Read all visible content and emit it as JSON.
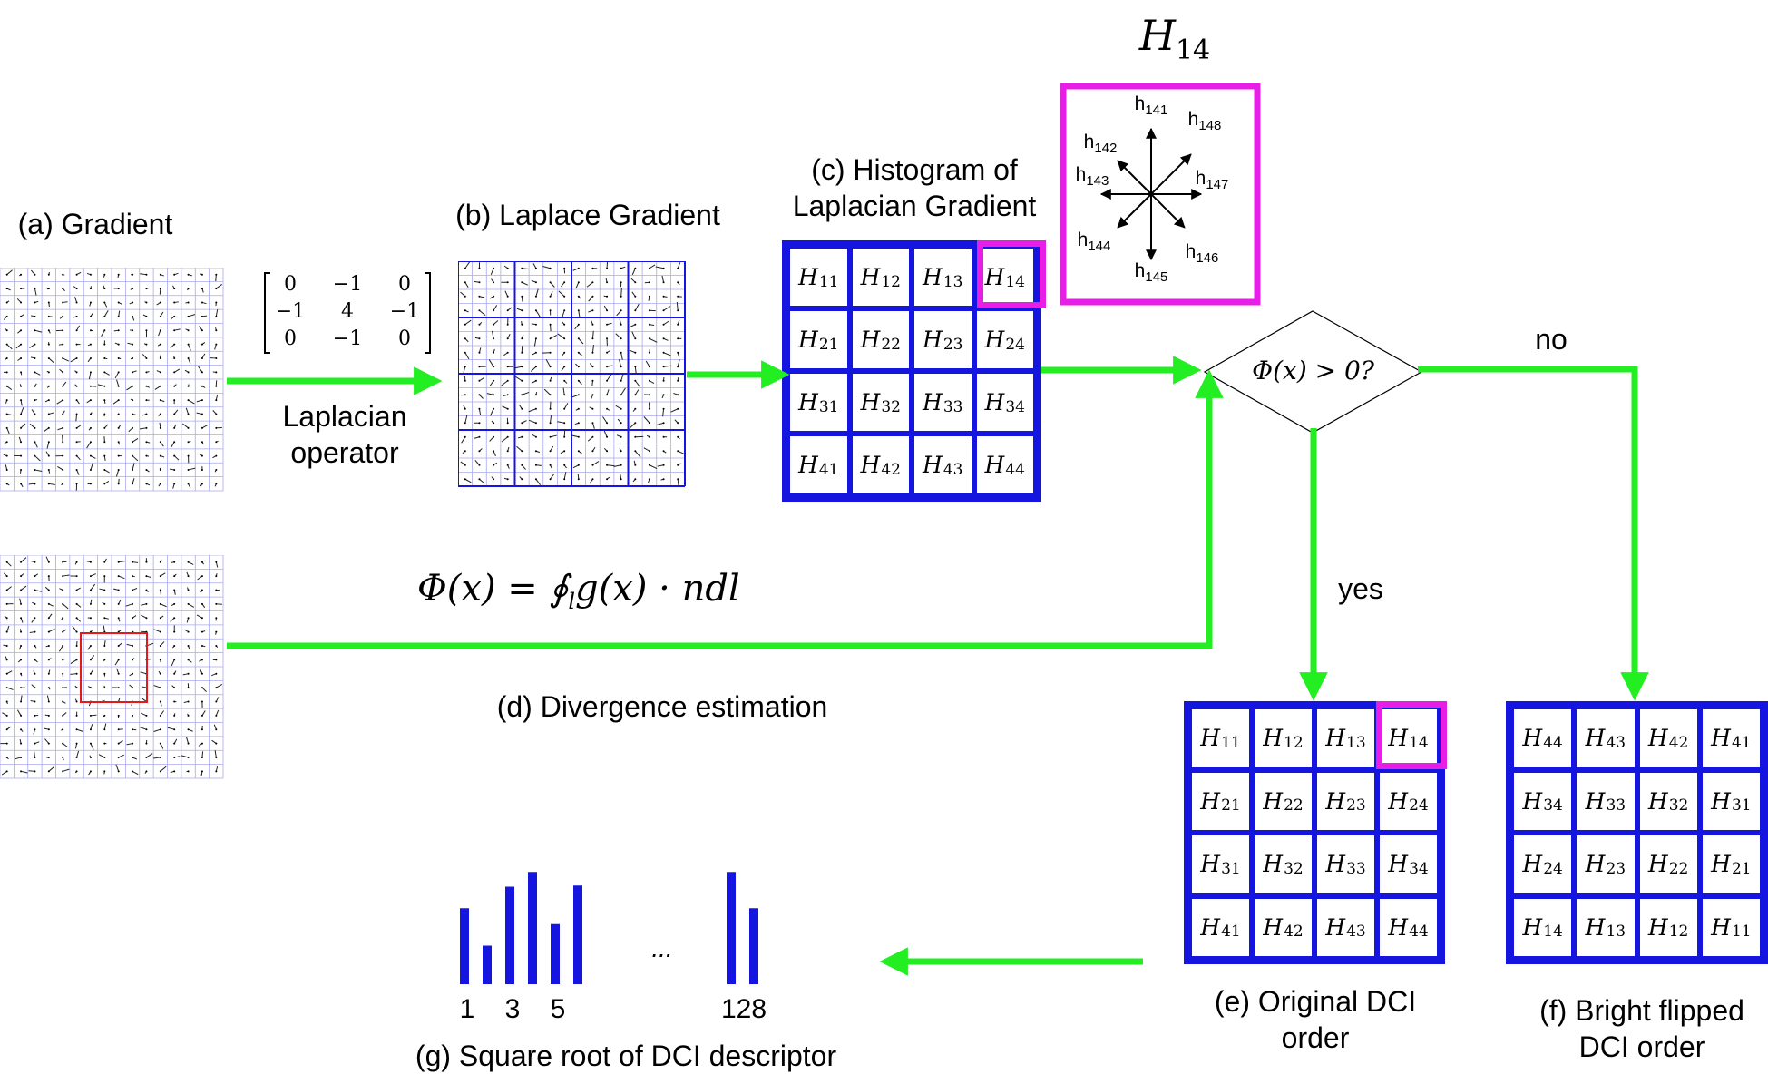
{
  "labels": {
    "a": "(a) Gradient",
    "b": "(b) Laplace Gradient",
    "c_line1": "(c) Histogram of",
    "c_line2": "Laplacian Gradient",
    "laplacian_line1": "Laplacian",
    "laplacian_line2": "operator",
    "d": "(d) Divergence estimation",
    "e_line1": "(e) Original DCI",
    "e_line2": "order",
    "f_line1": "(f) Bright flipped",
    "f_line2": "DCI order",
    "g": "(g) Square root of DCI descriptor",
    "yes": "yes",
    "no": "no",
    "h14_title": "H",
    "h14_title_sub": "14",
    "decision": "Φ(x) > 0?",
    "divergence_formula": "Φ(x) = ∮",
    "divergence_formula_tail": "g(x) · ndl",
    "divergence_formula_sub": "l"
  },
  "laplacian_kernel": [
    [
      "0",
      "−1",
      "0"
    ],
    [
      "−1",
      "4",
      "−1"
    ],
    [
      "0",
      "−1",
      "0"
    ]
  ],
  "histogram_grid_c": [
    [
      "11",
      "12",
      "13",
      "14"
    ],
    [
      "21",
      "22",
      "23",
      "24"
    ],
    [
      "31",
      "32",
      "33",
      "34"
    ],
    [
      "41",
      "42",
      "43",
      "44"
    ]
  ],
  "histogram_grid_e": [
    [
      "11",
      "12",
      "13",
      "14"
    ],
    [
      "21",
      "22",
      "23",
      "24"
    ],
    [
      "31",
      "32",
      "33",
      "34"
    ],
    [
      "41",
      "42",
      "43",
      "44"
    ]
  ],
  "histogram_grid_f": [
    [
      "44",
      "43",
      "42",
      "41"
    ],
    [
      "34",
      "33",
      "32",
      "31"
    ],
    [
      "24",
      "23",
      "22",
      "21"
    ],
    [
      "14",
      "13",
      "12",
      "11"
    ]
  ],
  "cell_symbol": "H",
  "highlighted_cell": "14",
  "h14_bins": [
    {
      "base": "h",
      "sub": "141",
      "dir": "up"
    },
    {
      "base": "h",
      "sub": "148",
      "dir": "up-right"
    },
    {
      "base": "h",
      "sub": "147",
      "dir": "right"
    },
    {
      "base": "h",
      "sub": "146",
      "dir": "down-right"
    },
    {
      "base": "h",
      "sub": "145",
      "dir": "down"
    },
    {
      "base": "h",
      "sub": "144",
      "dir": "down-left"
    },
    {
      "base": "h",
      "sub": "143",
      "dir": "left"
    },
    {
      "base": "h",
      "sub": "142",
      "dir": "up-left"
    }
  ],
  "descriptor_bars": {
    "heights_left": [
      0.67,
      0.34,
      0.86,
      0.99,
      0.53,
      0.87
    ],
    "heights_right": [
      0.99,
      0.67
    ],
    "ellipsis": "...",
    "ticks": [
      "1",
      "3",
      "5",
      "128"
    ]
  },
  "colors": {
    "arrow": "#22ee22",
    "grid": "#1515e0",
    "highlight": "#e61ee6",
    "field_grid": "#a8a8ee",
    "region": "#e41a1a",
    "bar": "#1515e0"
  }
}
